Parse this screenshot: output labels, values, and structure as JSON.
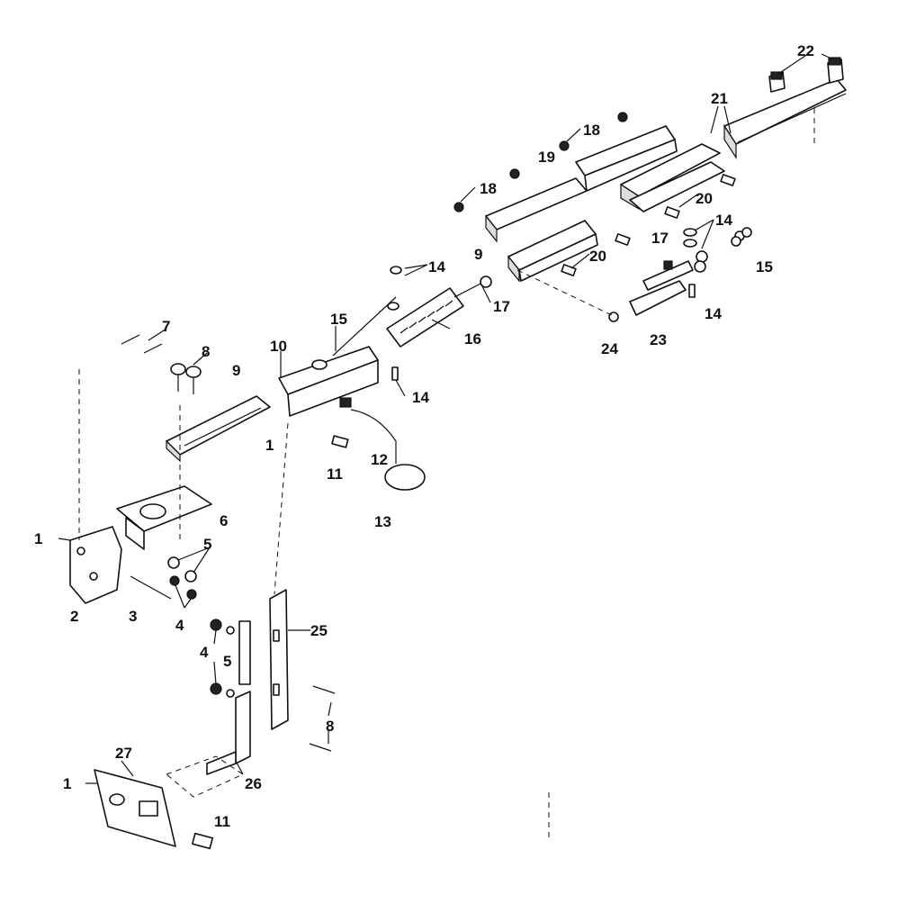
{
  "diagram": {
    "callouts": {
      "c1a": "1",
      "c1b": "1",
      "c1c": "1",
      "c2": "2",
      "c3": "3",
      "c4a": "4",
      "c4b": "4",
      "c5a": "5",
      "c5b": "5",
      "c6": "6",
      "c7": "7",
      "c8a": "8",
      "c8b": "8",
      "c9a": "9",
      "c9b": "9",
      "c10": "10",
      "c11a": "11",
      "c11b": "11",
      "c12": "12",
      "c13": "13",
      "c14a": "14",
      "c14b": "14",
      "c14c": "14",
      "c14d": "14",
      "c15a": "15",
      "c15b": "15",
      "c16": "16",
      "c17a": "17",
      "c17b": "17",
      "c18a": "18",
      "c18b": "18",
      "c19": "19",
      "c20a": "20",
      "c20b": "20",
      "c21": "21",
      "c22": "22",
      "c23": "23",
      "c24": "24",
      "c25": "25",
      "c26": "26",
      "c27": "27"
    }
  }
}
